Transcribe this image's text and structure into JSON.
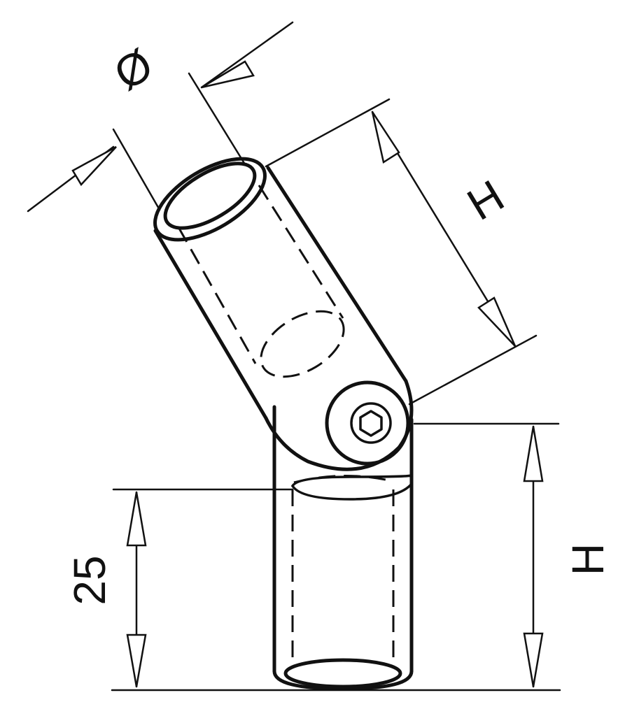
{
  "labels": {
    "diameter": "Ø",
    "height_upper": "H",
    "depth": "25",
    "height_lower": "H"
  }
}
